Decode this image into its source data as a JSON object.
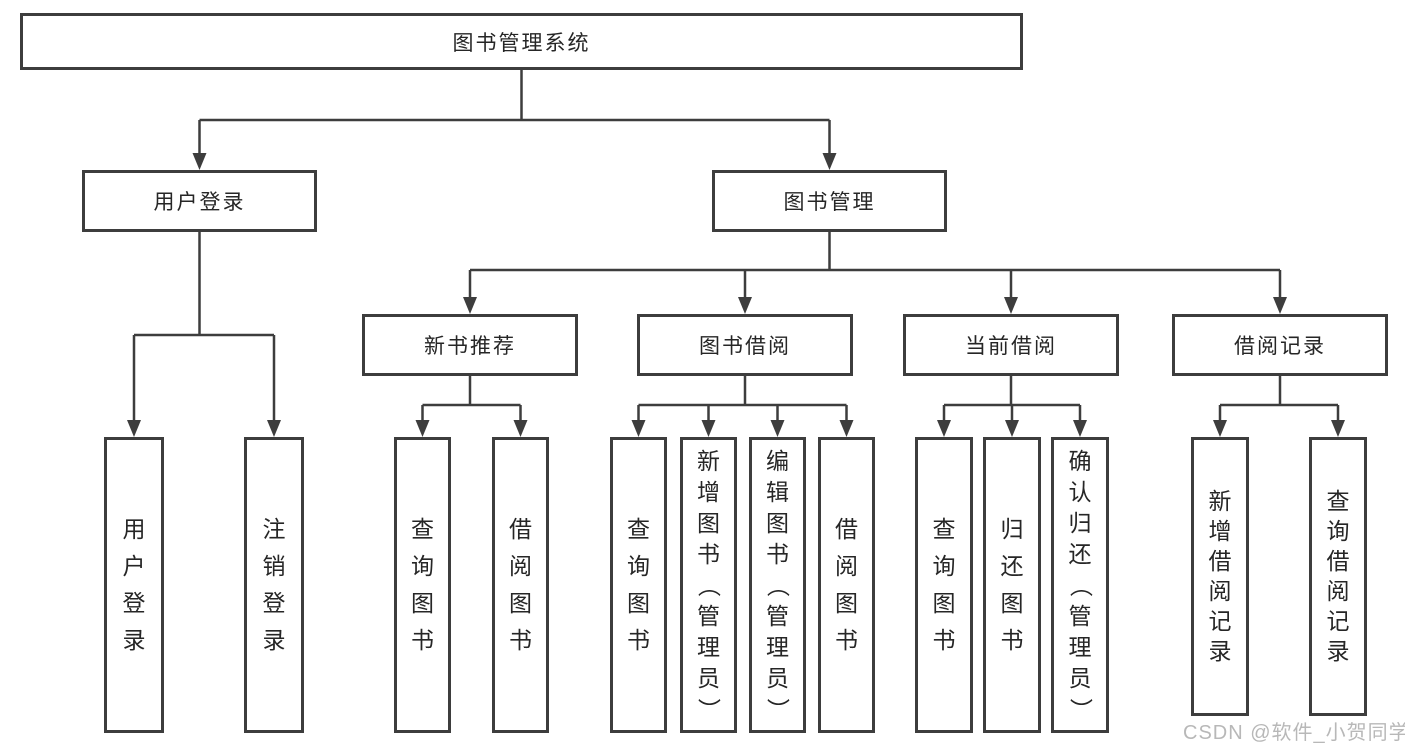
{
  "diagram": {
    "root": "图书管理系统",
    "user_login": {
      "label": "用户登录",
      "children": [
        "用户登录",
        "注销登录"
      ]
    },
    "book_mgmt": {
      "label": "图书管理",
      "sections": [
        {
          "label": "新书推荐",
          "children": [
            "查询图书",
            "借阅图书"
          ]
        },
        {
          "label": "图书借阅",
          "children": [
            "查询图书",
            "新增图书（管理员）",
            "编辑图书（管理员）",
            "借阅图书"
          ]
        },
        {
          "label": "当前借阅",
          "children": [
            "查询图书",
            "归还图书",
            "确认归还（管理员）"
          ]
        },
        {
          "label": "借阅记录",
          "children": [
            "新增借阅记录",
            "查询借阅记录"
          ]
        }
      ]
    },
    "watermark": "CSDN @软件_小贺同学"
  },
  "colors": {
    "line": "#3d3d3d",
    "text": "#262626",
    "watermark": "#b2b2b2"
  }
}
